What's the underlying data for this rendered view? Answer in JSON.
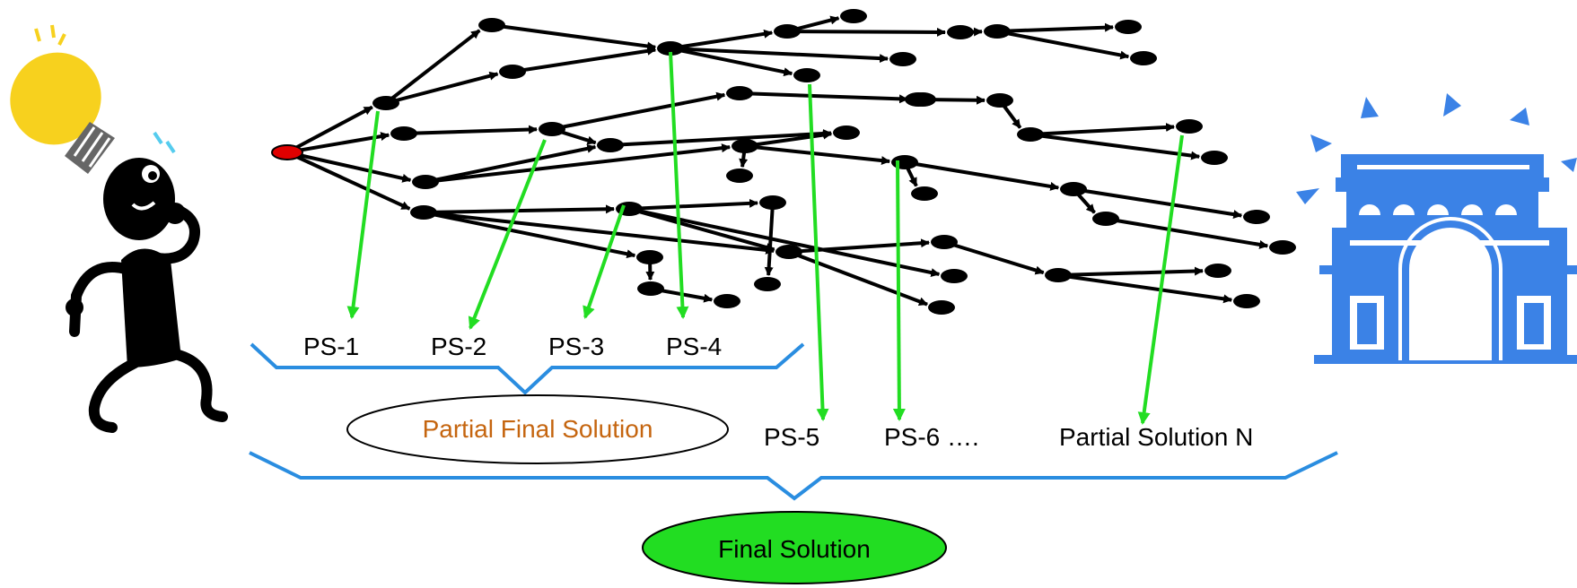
{
  "colors": {
    "node": "#000000",
    "start_node": "#e00000",
    "edge": "#000000",
    "pointer": "#22dd22",
    "brace": "#2a8de0",
    "final_fill": "#22dd22",
    "partial_text": "#c5650f",
    "arch": "#3b82e6",
    "bulb": "#f7d11e"
  },
  "labels": {
    "ps1": "PS-1",
    "ps2": "PS-2",
    "ps3": "PS-3",
    "ps4": "PS-4",
    "ps5": "PS-5",
    "ps6": "PS-6 ….",
    "psn": "Partial Solution N",
    "partial_final": "Partial Final Solution",
    "final": "Final Solution"
  },
  "icons": {
    "left": "thinking-person-with-lightbulb-icon",
    "right": "triumphal-arch-icon"
  }
}
